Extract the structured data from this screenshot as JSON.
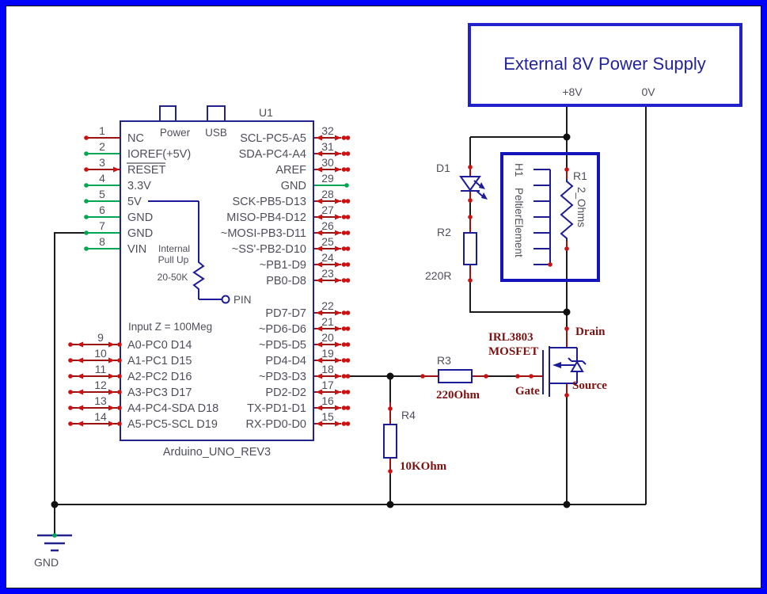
{
  "power_supply": {
    "title": "External 8V Power Supply",
    "plus": "+8V",
    "zero": "0V"
  },
  "chip": {
    "designator": "U1",
    "name": "Arduino_UNO_REV3",
    "tabs": {
      "power": "Power",
      "usb": "USB"
    },
    "pullup": {
      "line1": "Internal",
      "line2": "Pull Up",
      "value": "20-50K",
      "pin_label": "PIN"
    },
    "input_z": "Input Z = 100Meg",
    "left_pins": [
      {
        "num": "1",
        "label": "NC",
        "color": "red"
      },
      {
        "num": "2",
        "label": "IOREF(+5V)",
        "color": "green"
      },
      {
        "num": "3",
        "label": "RESET",
        "color": "red",
        "arrow": "right",
        "overline": true
      },
      {
        "num": "4",
        "label": "3.3V",
        "color": "green"
      },
      {
        "num": "5",
        "label": "5V",
        "color": "green"
      },
      {
        "num": "6",
        "label": "GND",
        "color": "green"
      },
      {
        "num": "7",
        "label": "GND",
        "color": "green"
      },
      {
        "num": "8",
        "label": "VIN",
        "color": "green"
      }
    ],
    "analog_pins": [
      {
        "num": "9",
        "label": "A0-PC0 D14"
      },
      {
        "num": "10",
        "label": "A1-PC1 D15"
      },
      {
        "num": "11",
        "label": "A2-PC2 D16"
      },
      {
        "num": "12",
        "label": "A3-PC3 D17"
      },
      {
        "num": "13",
        "label": "A4-PC4-SDA D18"
      },
      {
        "num": "14",
        "label": "A5-PC5-SCL D19"
      }
    ],
    "right_pins_upper": [
      {
        "num": "32",
        "label": "SCL-PC5-A5",
        "style": "red"
      },
      {
        "num": "31",
        "label": "SDA-PC4-A4",
        "style": "red"
      },
      {
        "num": "30",
        "label": "AREF",
        "style": "red"
      },
      {
        "num": "29",
        "label": "GND",
        "style": "green"
      },
      {
        "num": "28",
        "label": "SCK-PB5-D13",
        "style": "red"
      },
      {
        "num": "27",
        "label": "MISO-PB4-D12",
        "style": "red"
      },
      {
        "num": "26",
        "label": "~MOSI-PB3-D11",
        "style": "red"
      },
      {
        "num": "25",
        "label": "~SS'-PB2-D10",
        "style": "red"
      },
      {
        "num": "24",
        "label": "~PB1-D9",
        "style": "red"
      },
      {
        "num": "23",
        "label": "PB0-D8",
        "style": "red"
      }
    ],
    "right_pins_lower": [
      {
        "num": "22",
        "label": "PD7-D7",
        "style": "red"
      },
      {
        "num": "21",
        "label": "~PD6-D6",
        "style": "red"
      },
      {
        "num": "20",
        "label": "~PD5-D5",
        "style": "red"
      },
      {
        "num": "19",
        "label": "PD4-D4",
        "style": "red"
      },
      {
        "num": "18",
        "label": "~PD3-D3",
        "style": "red"
      },
      {
        "num": "17",
        "label": "PD2-D2",
        "style": "red"
      },
      {
        "num": "16",
        "label": "TX-PD1-D1",
        "style": "red"
      },
      {
        "num": "15",
        "label": "RX-PD0-D0",
        "style": "red"
      }
    ]
  },
  "led": {
    "ref": "D1"
  },
  "r1": {
    "ref": "R1",
    "value": "2_Ohms"
  },
  "r2": {
    "ref": "R2",
    "value": "220R"
  },
  "r3": {
    "ref": "R3",
    "value": "220Ohm"
  },
  "r4": {
    "ref": "R4",
    "value": "10KOhm"
  },
  "peltier": {
    "ref": "H1",
    "name": "PeltierElement"
  },
  "mosfet": {
    "part": "IRL3803",
    "kind": "MOSFET",
    "gate": "Gate",
    "drain": "Drain",
    "source": "Source"
  },
  "ground": {
    "label": "GND"
  },
  "colors": {
    "wire": "#1b1b1b",
    "stub_red": "#9c1212",
    "dot_red": "#cc1111",
    "green": "#00a651",
    "navy": "#1c1c99",
    "box_blue": "#2222cc",
    "label_gray": "#4f4f5a",
    "maroon": "#7d1111",
    "border_blue": "#0000ff"
  }
}
